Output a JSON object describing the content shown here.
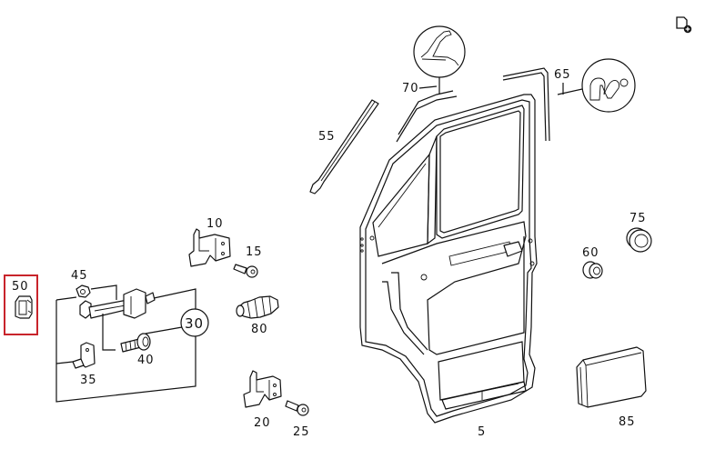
{
  "diagram": {
    "title": "Front door assembly parts diagram",
    "highlight_color": "#c8242b",
    "highlighted_part": "50",
    "labels": {
      "p5": "5",
      "p10": "10",
      "p15": "15",
      "p20": "20",
      "p25": "25",
      "p30": "30",
      "p35": "35",
      "p40": "40",
      "p45": "45",
      "p50": "50",
      "p55": "55",
      "p60": "60",
      "p65": "65",
      "p70": "70",
      "p75": "75",
      "p80": "80",
      "p85": "85"
    }
  },
  "toolbar": {
    "add_note_icon": "note-add-icon"
  }
}
